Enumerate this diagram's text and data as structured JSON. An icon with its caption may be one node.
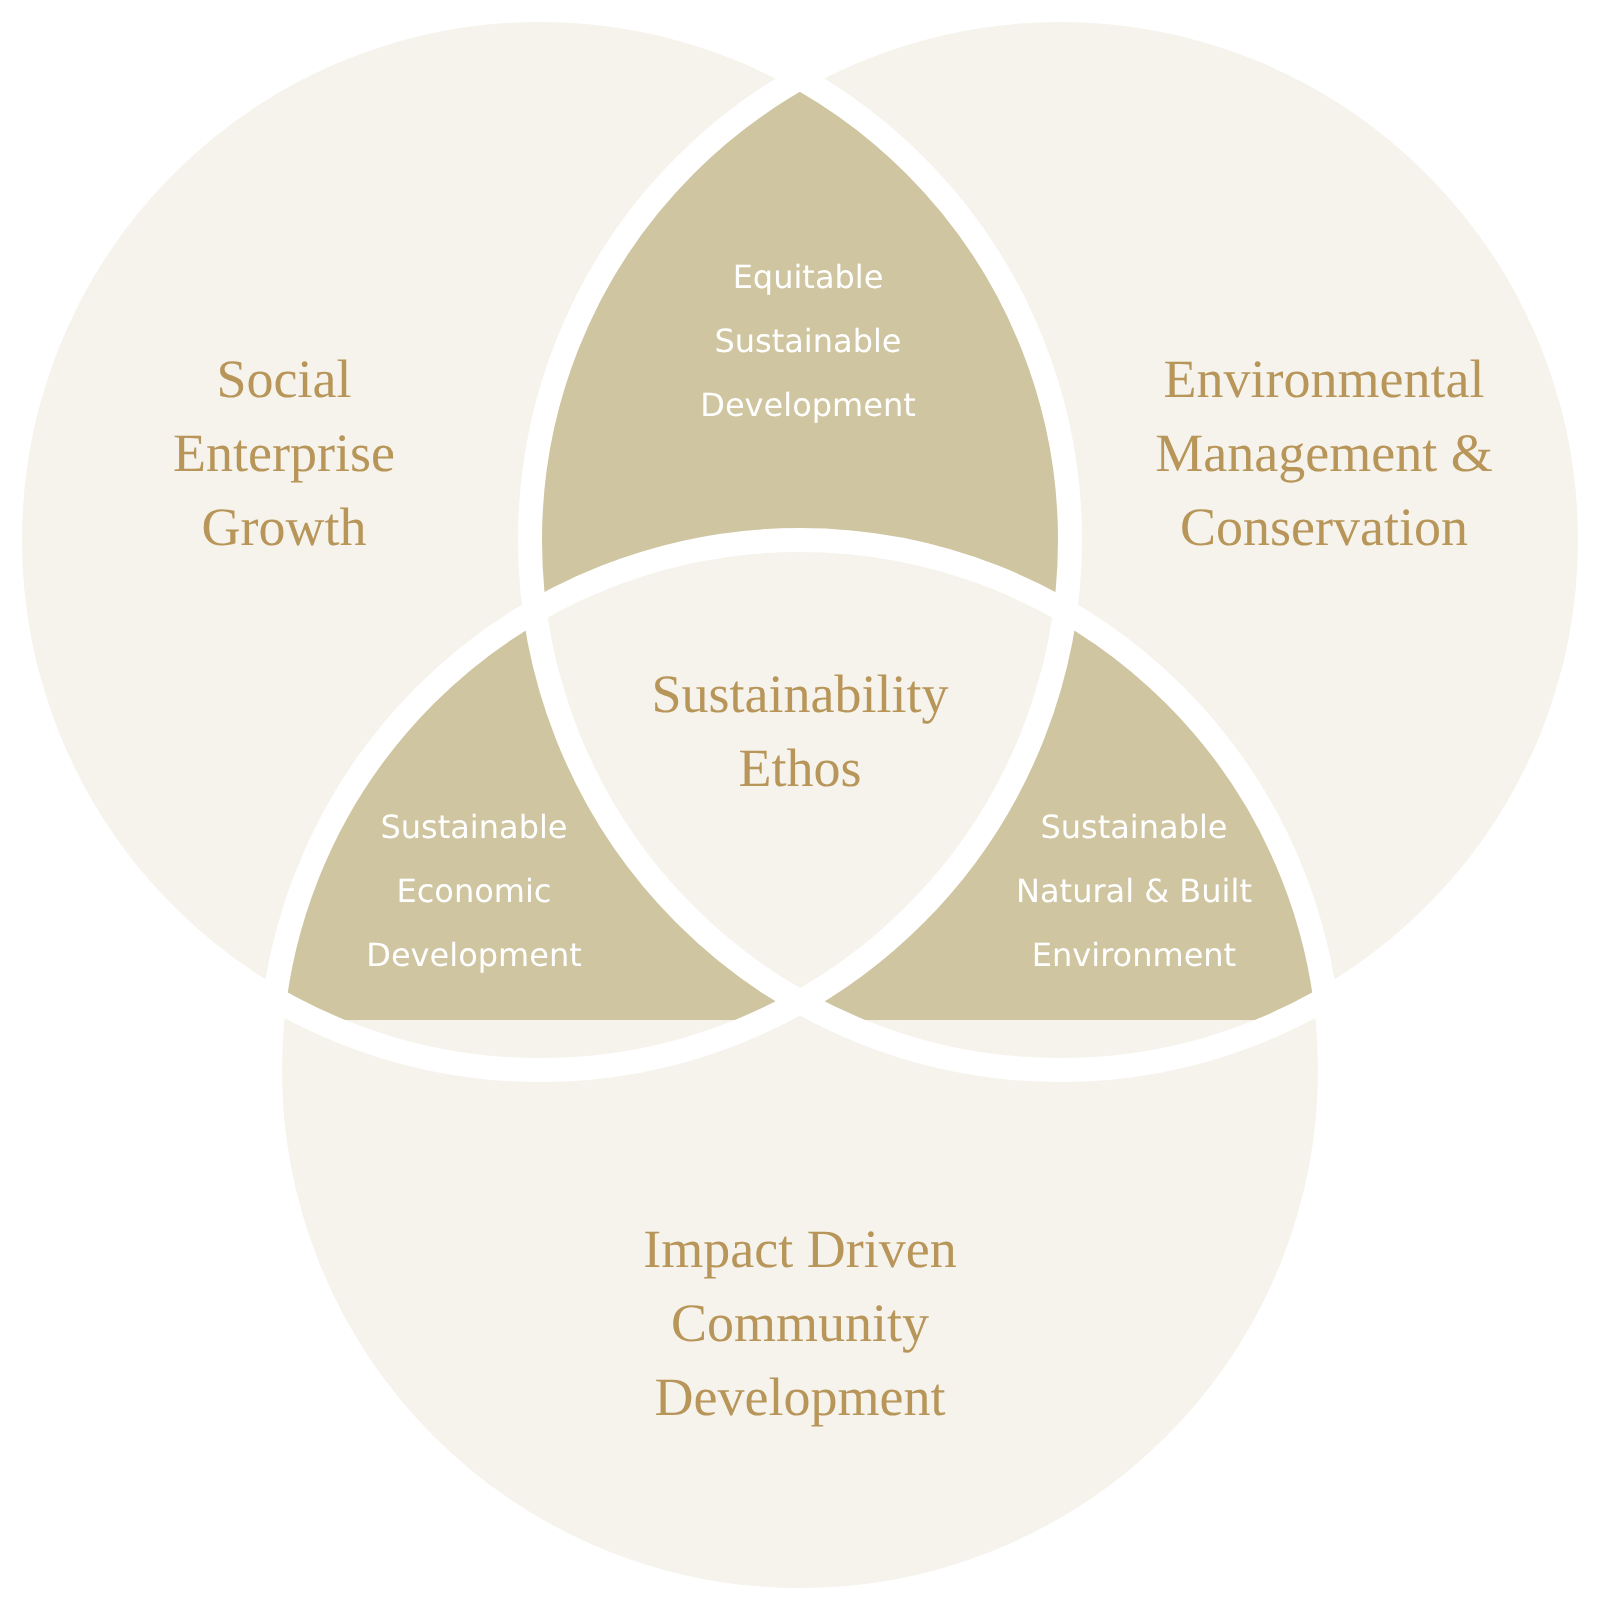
{
  "diagram": {
    "nodes": [
      {
        "text": [
          "Social Enterprise Growth"
        ]
      },
      {
        "text": [
          "Environmental Management & Conservation"
        ]
      },
      {
        "text": [
          "Equitable Sustainable Development"
        ]
      },
      {
        "text": [
          "Sustainability Ethos"
        ]
      },
      {
        "text": [
          "Sustainable Economic Development"
        ]
      },
      {
        "text": [
          "Sustainable Natural & Built Environment"
        ]
      },
      {
        "text": [
          "Impact Driven Community Development"
        ]
      }
    ]
  }
}
